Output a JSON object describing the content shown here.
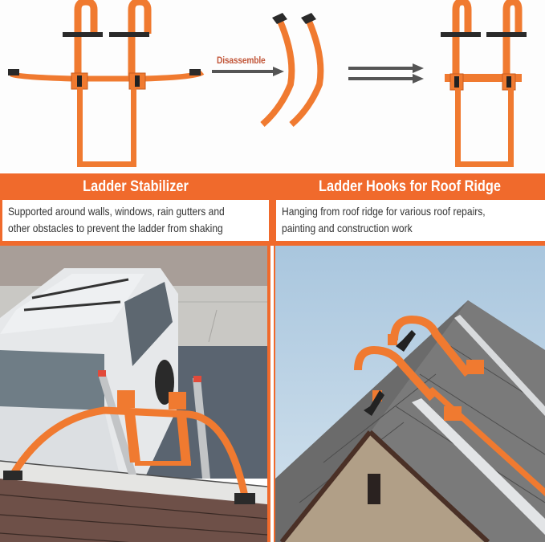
{
  "diagram": {
    "disassemble_label": "Disassemble",
    "arrow_icon": "arrow-right-icon",
    "double_arrow_icon": "double-arrow-right-icon",
    "colors": {
      "product_orange": "#f07a30",
      "arrow_gray": "#555555",
      "label_orange": "#c2573a"
    }
  },
  "sections": [
    {
      "title": "Ladder Stabilizer",
      "description_lines": [
        "Supported around walls, windows, rain gutters and",
        "other obstacles to prevent the ladder from shaking"
      ],
      "photo": "ladder-stabilizer-on-roof-edge-over-driveway-with-suv"
    },
    {
      "title": "Ladder Hooks for Roof Ridge",
      "description_lines": [
        "Hanging from roof ridge for various roof repairs,",
        "painting and construction work"
      ],
      "photo": "ladder-hooks-hanging-on-roof-ridge"
    }
  ],
  "colors": {
    "banner_orange": "#f06a2c",
    "text_dark": "#333333",
    "white": "#ffffff"
  }
}
